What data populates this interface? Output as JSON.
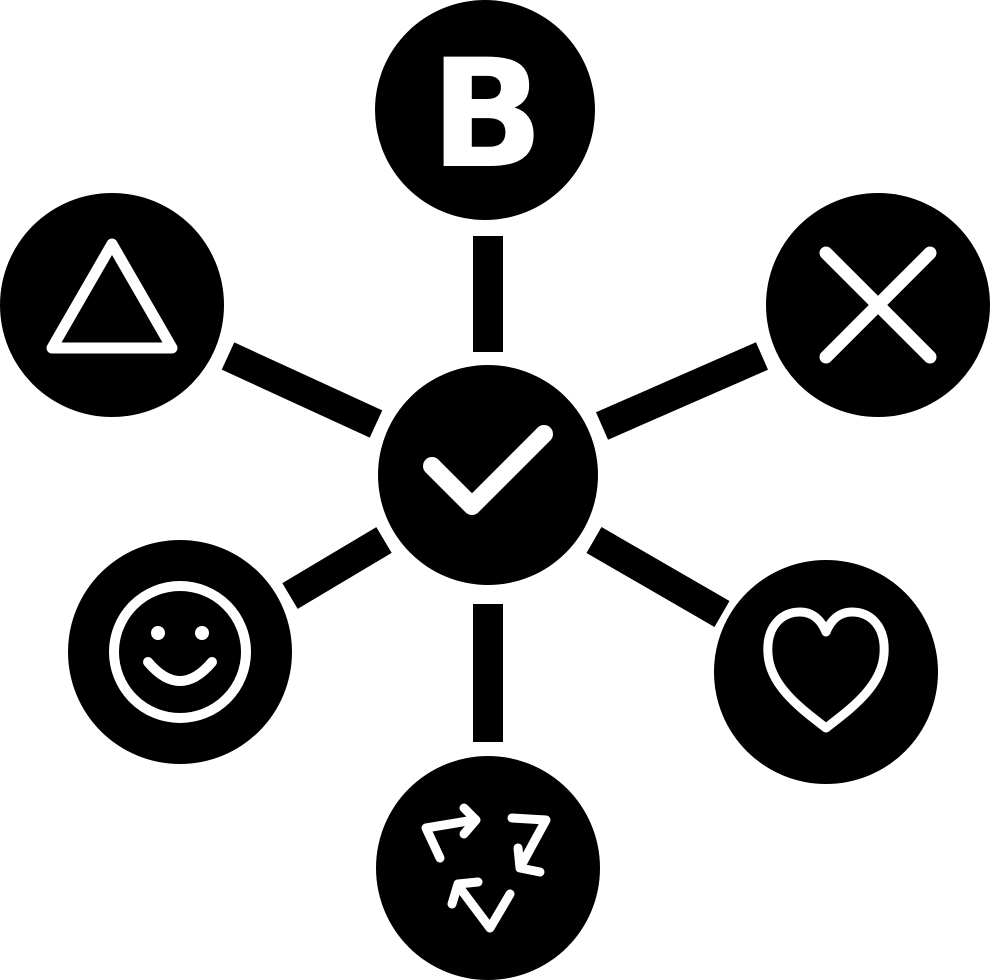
{
  "icon": {
    "name": "network-hub-icon",
    "colors": {
      "shape": "#000000",
      "glyph": "#ffffff",
      "background": "#ffffff"
    },
    "center": {
      "name": "center-node",
      "symbol": "checkmark-icon"
    },
    "nodes": [
      {
        "name": "node-top",
        "symbol": "letter-b",
        "label": "B"
      },
      {
        "name": "node-top-right",
        "symbol": "x-mark-icon"
      },
      {
        "name": "node-bottom-right",
        "symbol": "heart-icon"
      },
      {
        "name": "node-bottom",
        "symbol": "recycle-arrows-icon"
      },
      {
        "name": "node-bottom-left",
        "symbol": "smiley-face-icon"
      },
      {
        "name": "node-top-left",
        "symbol": "triangle-icon"
      }
    ]
  }
}
